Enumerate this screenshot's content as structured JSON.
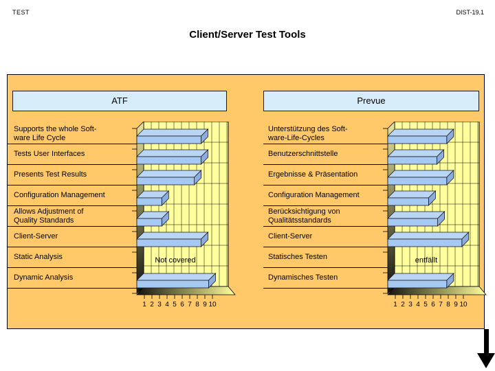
{
  "header": {
    "left_label": "TEST",
    "right_label": "DIST-19.1",
    "title": "Client/Server Test Tools"
  },
  "chart_data": [
    {
      "type": "bar",
      "orientation": "horizontal",
      "title": "ATF",
      "categories": [
        "Supports the whole Soft-\nware Life Cycle",
        "Tests User Interfaces",
        "Presents Test Results",
        "Configuration Management",
        "Allows Adjustment of\nQuality Standards",
        "Client-Server",
        "Static Analysis",
        "Dynamic Analysis"
      ],
      "values": [
        8.5,
        8.5,
        7.6,
        3.3,
        3.3,
        8.5,
        null,
        9.5
      ],
      "no_data_label": "Not covered",
      "no_data_category": "Static Analysis",
      "xticks": [
        "1",
        "2",
        "3",
        "4",
        "5",
        "6",
        "7",
        "8",
        "9",
        "10"
      ],
      "xlim": [
        0,
        10
      ],
      "grid": true,
      "legend": false
    },
    {
      "type": "bar",
      "orientation": "horizontal",
      "title": "Prevue",
      "categories": [
        "Unterstützung des Soft-\nware-Life-Cycles",
        "Benutzerschnittstelle",
        "Ergebnisse & Präsentation",
        "Configuration Management",
        "Berücksichtigung von\nQualitätsstandards",
        "Client-Server",
        "Statisches Testen",
        "Dynamisches Testen"
      ],
      "values": [
        7.8,
        6.5,
        7.8,
        5.4,
        6.6,
        9.8,
        null,
        7.8
      ],
      "no_data_label": "entfällt",
      "no_data_category": "Statisches Testen",
      "xticks": [
        "1",
        "2",
        "3",
        "4",
        "5",
        "6",
        "7",
        "8",
        "9",
        "10"
      ],
      "xlim": [
        0,
        10
      ],
      "grid": true,
      "legend": false
    }
  ],
  "colors": {
    "panel_orange": "#FFC869",
    "tool_box_blue": "#D7ECF9",
    "plot_yellow": "#FFFF9E",
    "bar_front": "#A6C9F3",
    "bar_top": "#BAD6F7",
    "bar_end": "#8CACE0",
    "wall_dark": "#14140E",
    "wall_light": "#E8E49C",
    "line": "#000000",
    "arrow": "#000000"
  }
}
